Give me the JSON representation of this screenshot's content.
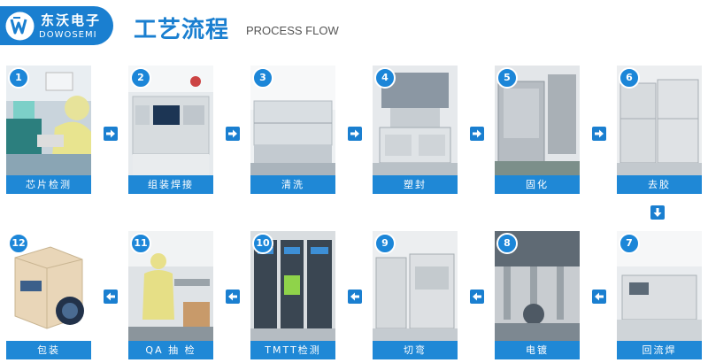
{
  "brand": {
    "name_cn": "东沃电子",
    "name_en": "DOWOSEMI"
  },
  "header": {
    "title_cn": "工艺流程",
    "title_en": "PROCESS FLOW"
  },
  "steps": [
    {
      "num": "1",
      "label": "芯片检测"
    },
    {
      "num": "2",
      "label": "组装焊接"
    },
    {
      "num": "3",
      "label": "清洗"
    },
    {
      "num": "4",
      "label": "塑封"
    },
    {
      "num": "5",
      "label": "固化"
    },
    {
      "num": "6",
      "label": "去胶"
    },
    {
      "num": "7",
      "label": "回流焊"
    },
    {
      "num": "8",
      "label": "电镀"
    },
    {
      "num": "9",
      "label": "切弯"
    },
    {
      "num": "10",
      "label": "TMTT检测"
    },
    {
      "num": "11",
      "label": "QA 抽 检"
    },
    {
      "num": "12",
      "label": "包装"
    }
  ],
  "colors": {
    "accent": "#1a7fd0",
    "label_bg": "#1f88d6",
    "text_title": "#1a7fd0",
    "text_sub": "#555555"
  },
  "icons": {
    "arrow": "arrow-icon",
    "logo": "dowosemi-logo-icon"
  }
}
